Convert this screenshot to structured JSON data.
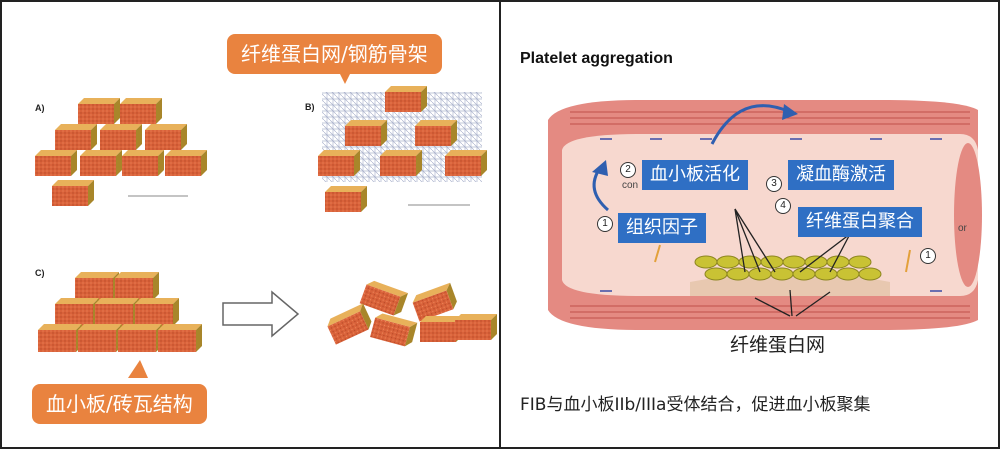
{
  "left_panel": {
    "callout_top": "纤维蛋白网/钢筋骨架",
    "callout_bottom": "血小板/砖瓦结构",
    "tag_a": "A)",
    "tag_b": "B)",
    "tag_c": "C)"
  },
  "right_panel": {
    "title": "Platelet aggregation",
    "box_activation": "血小板活化",
    "box_tissue_factor": "组织因子",
    "box_thrombin": "凝血酶激活",
    "box_fibrin": "纤维蛋白聚合",
    "num_1": "1",
    "num_2": "2",
    "num_3": "3",
    "num_4": "4",
    "num_1b": "1",
    "frag_con": "con",
    "frag_or": "or",
    "label_fibrin_net": "纤维蛋白网",
    "caption": "FIB与血小板IIb/IIIa受体结合，促进血小板聚集"
  },
  "colors": {
    "brick": "#d9623a",
    "brick_top": "#e8b15a",
    "callout": "#e9833f",
    "box": "#2f6fc4",
    "vessel": "#e0746c",
    "platelet": "#c9c234"
  }
}
